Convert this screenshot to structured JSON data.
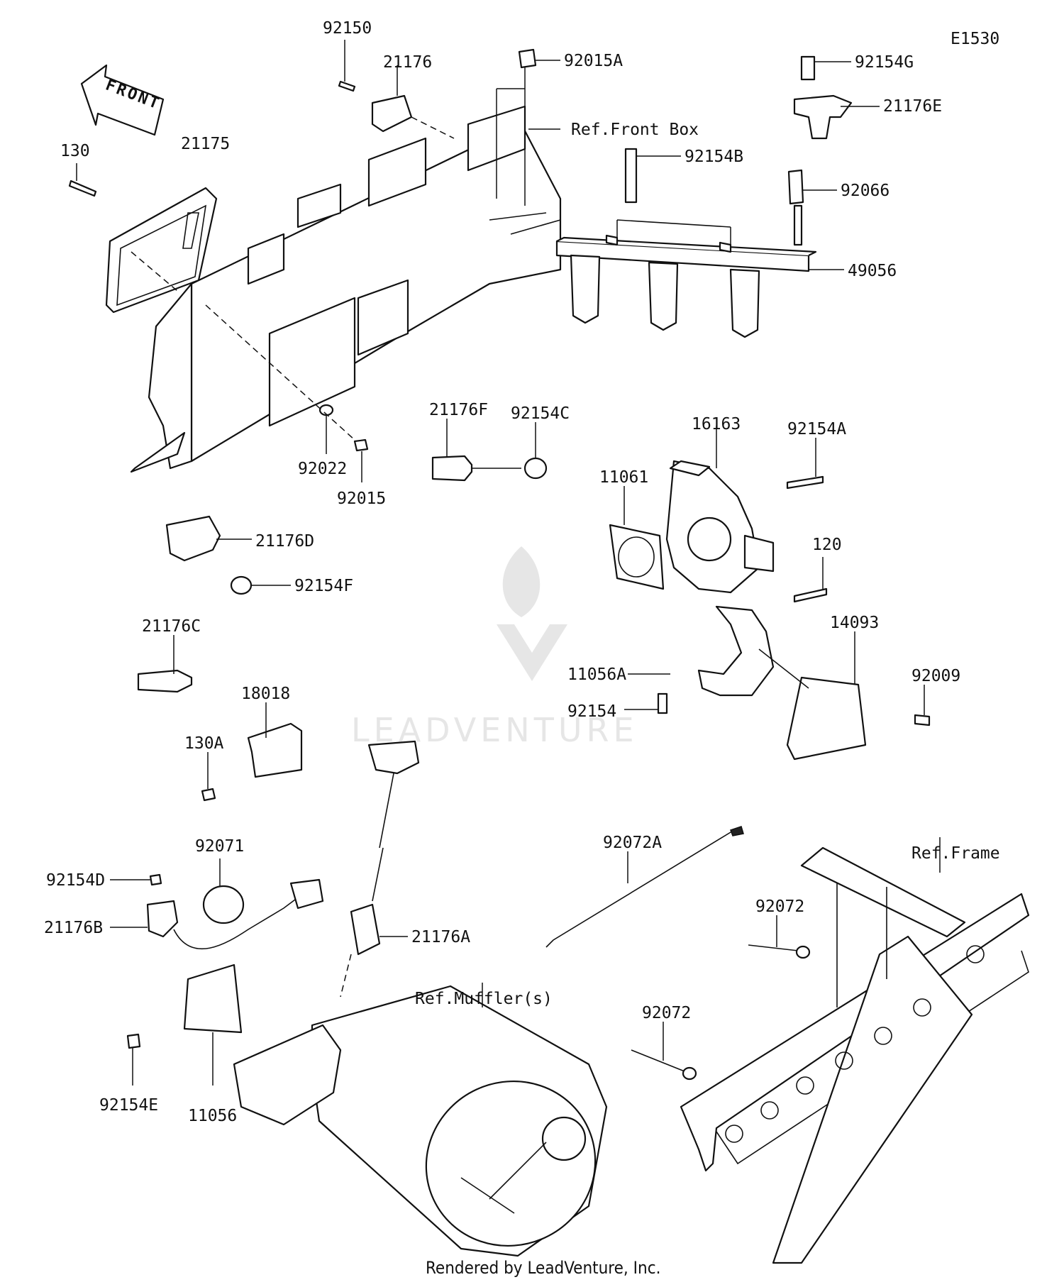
{
  "diagram_id": "E1530",
  "front_arrow_label": "FRONT",
  "footer": "Rendered by LeadVenture, Inc.",
  "watermark": "LEADVENTURE",
  "parts": [
    {
      "ref": "92150"
    },
    {
      "ref": "21176"
    },
    {
      "ref": "92015A"
    },
    {
      "ref": "92154G"
    },
    {
      "ref": "21176E"
    },
    {
      "ref": "Ref.Front Box"
    },
    {
      "ref": "92154B"
    },
    {
      "ref": "92066"
    },
    {
      "ref": "49056"
    },
    {
      "ref": "130"
    },
    {
      "ref": "21175"
    },
    {
      "ref": "92022"
    },
    {
      "ref": "92015"
    },
    {
      "ref": "21176F"
    },
    {
      "ref": "92154C"
    },
    {
      "ref": "16163"
    },
    {
      "ref": "92154A"
    },
    {
      "ref": "11061"
    },
    {
      "ref": "120"
    },
    {
      "ref": "21176D"
    },
    {
      "ref": "92154F"
    },
    {
      "ref": "14093"
    },
    {
      "ref": "21176C"
    },
    {
      "ref": "11056A"
    },
    {
      "ref": "92009"
    },
    {
      "ref": "92154"
    },
    {
      "ref": "18018"
    },
    {
      "ref": "130A"
    },
    {
      "ref": "92071"
    },
    {
      "ref": "92154D"
    },
    {
      "ref": "21176B"
    },
    {
      "ref": "21176A"
    },
    {
      "ref": "92072A"
    },
    {
      "ref": "Ref.Frame"
    },
    {
      "ref": "92072"
    },
    {
      "ref": "Ref.Muffler(s)"
    },
    {
      "ref": "92072"
    },
    {
      "ref": "92154E"
    },
    {
      "ref": "11056"
    }
  ]
}
